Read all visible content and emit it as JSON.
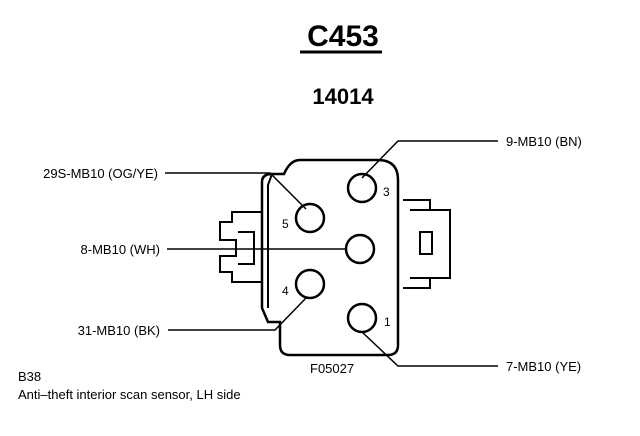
{
  "connector": {
    "id": "C453",
    "part_number": "14014",
    "figure_ref": "F05027"
  },
  "wires": [
    {
      "label": "9-MB10 (BN)",
      "pin": "3"
    },
    {
      "label": "29S-MB10 (OG/YE)",
      "pin": "5"
    },
    {
      "label": "8-MB10 (WH)",
      "pin": ""
    },
    {
      "label": "31-MB10 (BK)",
      "pin": "4"
    },
    {
      "label": "7-MB10 (YE)",
      "pin": "1"
    }
  ],
  "pins": [
    "3",
    "5",
    "4",
    "1"
  ],
  "component": {
    "code": "B38",
    "description": "Anti–theft interior scan sensor, LH side"
  }
}
